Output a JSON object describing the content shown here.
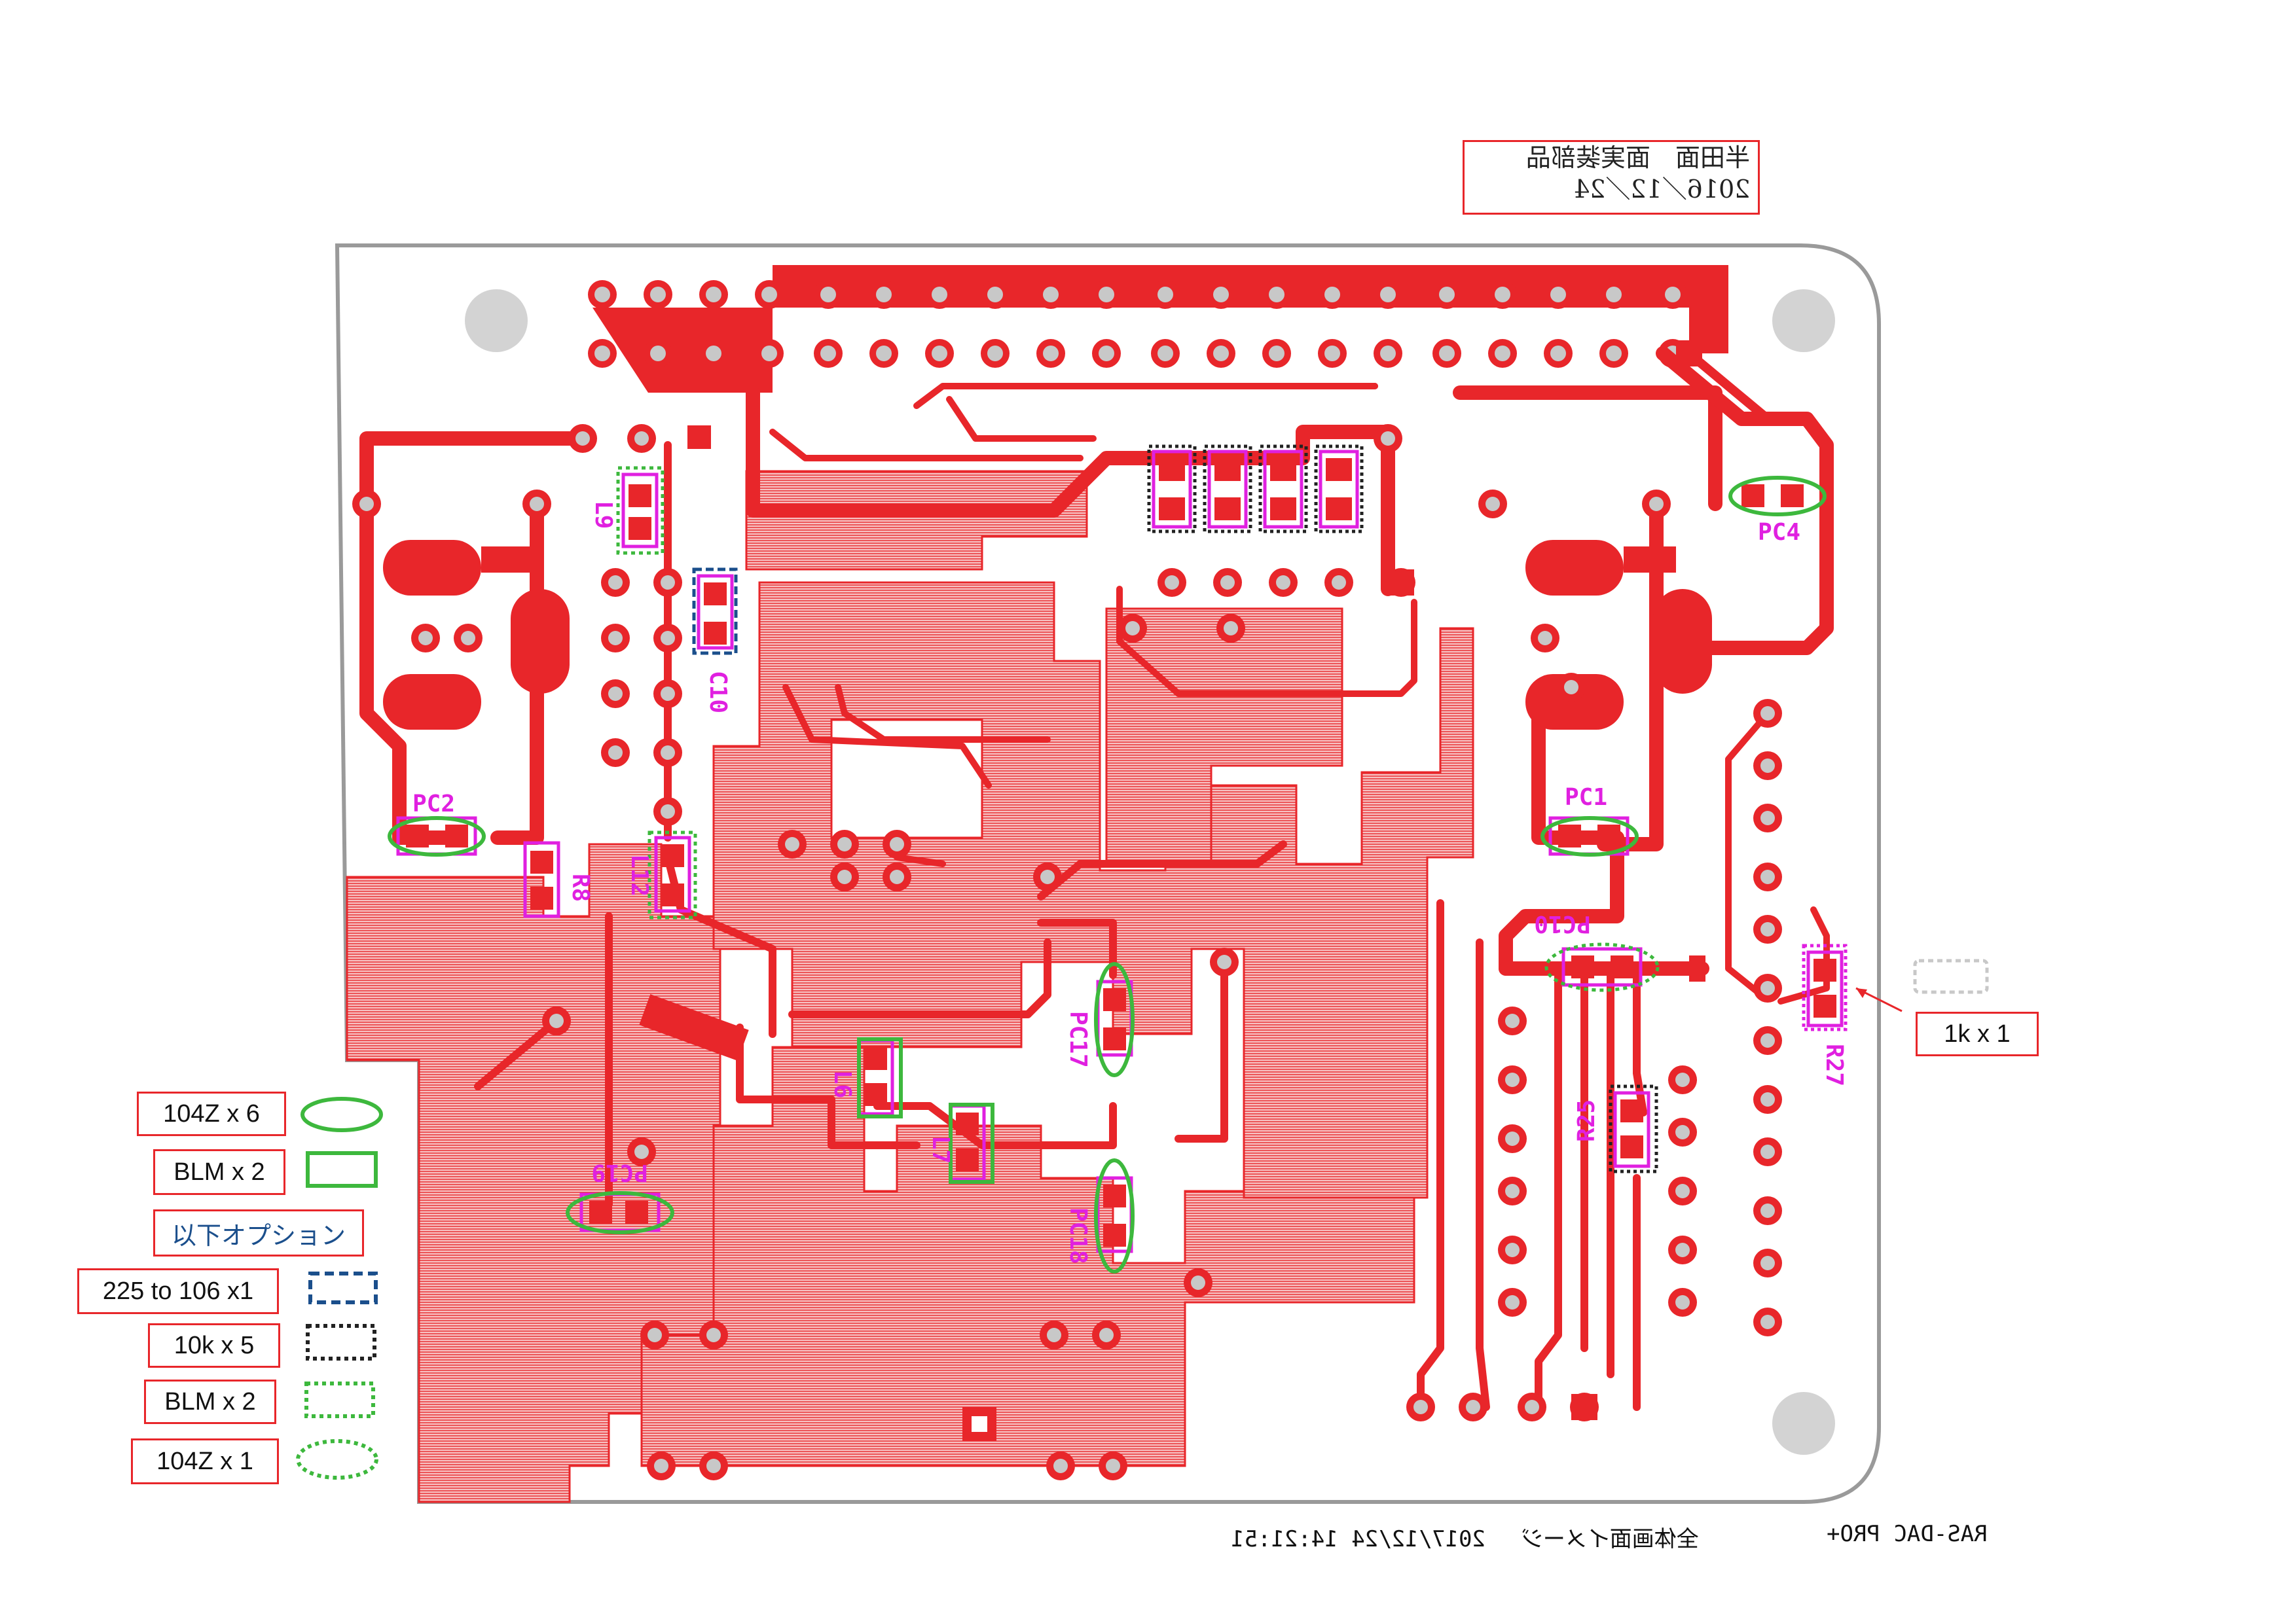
{
  "title_block": {
    "line1": "半田面　面実装部品",
    "line2": "2016／12／24"
  },
  "legend": [
    {
      "label": "104Z x 6",
      "symbol": "green-ellipse-solid"
    },
    {
      "label": "BLM x 2",
      "symbol": "green-rect-solid"
    },
    {
      "label": "以下オプション",
      "symbol": "none"
    },
    {
      "label": "225 to 106 x1",
      "symbol": "blue-rect-dashed"
    },
    {
      "label": "10k x 5",
      "symbol": "black-rect-dotted"
    },
    {
      "label": "BLM x 2",
      "symbol": "green-rect-dotted"
    },
    {
      "label": "104Z x 1",
      "symbol": "green-ellipse-dotted"
    }
  ],
  "callout": {
    "label": "1k x 1"
  },
  "component_labels": {
    "pc1": "PC1",
    "pc2": "PC2",
    "pc4": "PC4",
    "pc10": "PC10",
    "pc17": "PC17",
    "pc18": "PC18",
    "pc19": "PC19",
    "l6": "L6",
    "l7": "L7",
    "l9": "L9",
    "l12": "L12",
    "c10": "C10",
    "r8": "R8",
    "r25": "R25",
    "r27": "R27"
  },
  "footer": {
    "right_label": "RAS-DAC PRO+",
    "left_label": "全体画面イメージ　 2017/12/24 14:21:51"
  },
  "colors": {
    "copper": "#e8262a",
    "pour": "#f4a9aa",
    "silk": "#e020e0",
    "legend_green": "#3db83d",
    "legend_blue": "#1b4f8c",
    "outline": "#9a9a9a",
    "mount_hole": "#d3d3d3"
  }
}
